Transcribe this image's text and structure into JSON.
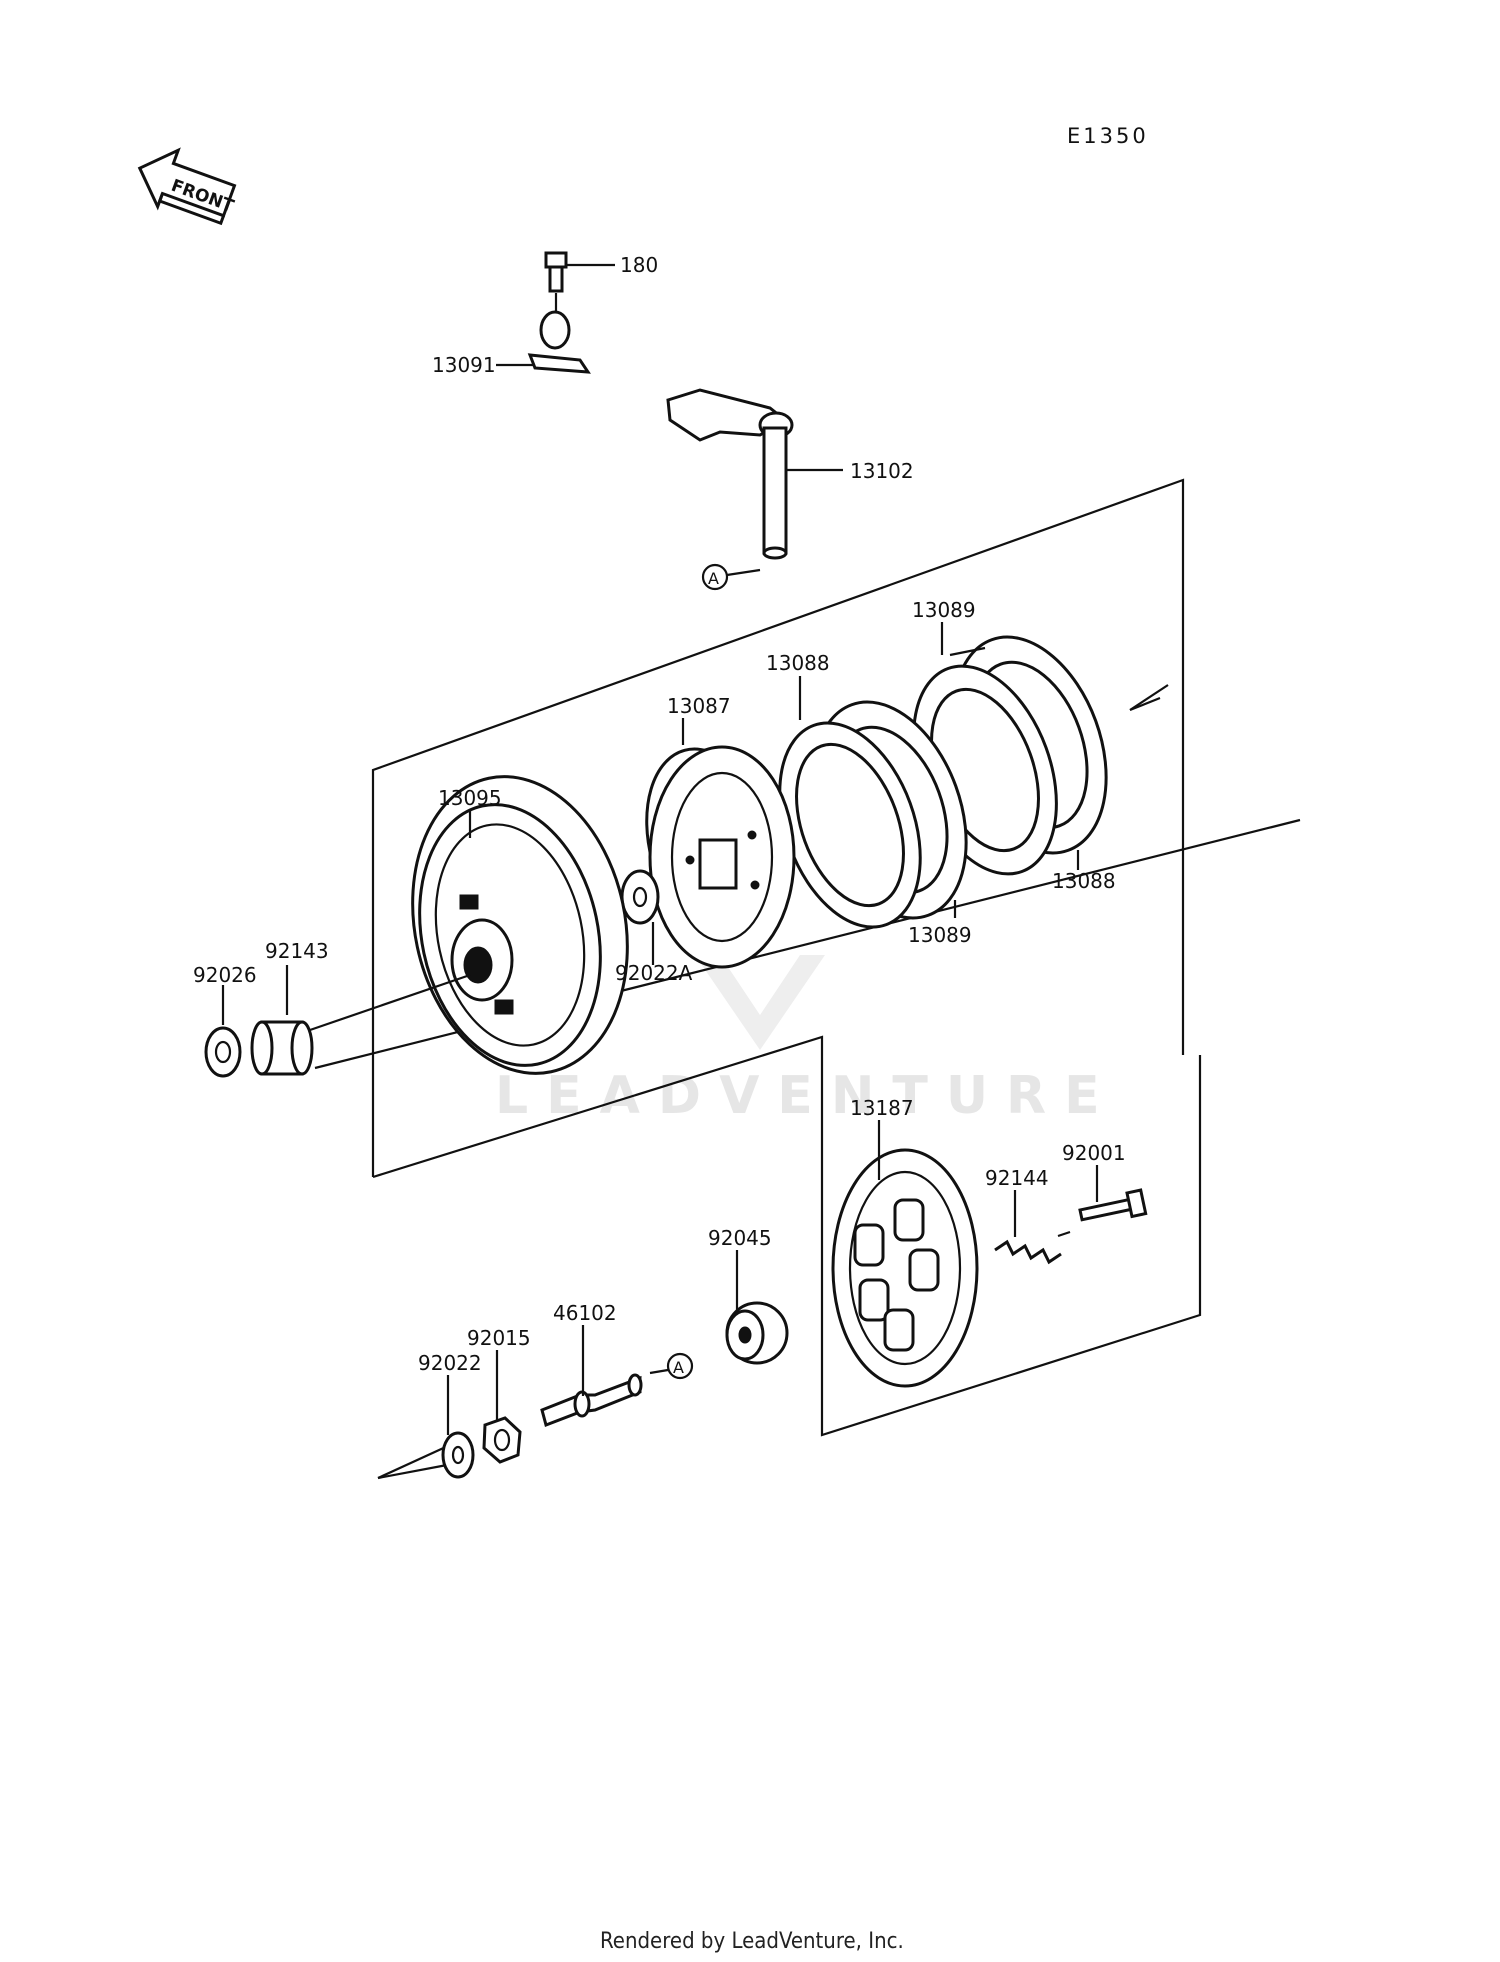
{
  "diagram_code": "E1350",
  "front_label": "FRONT",
  "watermark": "LEADVENTURE",
  "footer": "Rendered by LeadVenture, Inc.",
  "reference_marker": "A",
  "parts": [
    {
      "id": "p180",
      "label": "180"
    },
    {
      "id": "p13091",
      "label": "13091"
    },
    {
      "id": "p13102",
      "label": "13102"
    },
    {
      "id": "p13089a",
      "label": "13089"
    },
    {
      "id": "p13088a",
      "label": "13088"
    },
    {
      "id": "p13087",
      "label": "13087"
    },
    {
      "id": "p13095",
      "label": "13095"
    },
    {
      "id": "p13088b",
      "label": "13088"
    },
    {
      "id": "p13089b",
      "label": "13089"
    },
    {
      "id": "p92143",
      "label": "92143"
    },
    {
      "id": "p92026",
      "label": "92026"
    },
    {
      "id": "p92022A",
      "label": "92022A"
    },
    {
      "id": "p13187",
      "label": "13187"
    },
    {
      "id": "p92001",
      "label": "92001"
    },
    {
      "id": "p92144",
      "label": "92144"
    },
    {
      "id": "p92045",
      "label": "92045"
    },
    {
      "id": "p46102",
      "label": "46102"
    },
    {
      "id": "p92015",
      "label": "92015"
    },
    {
      "id": "p92022",
      "label": "92022"
    }
  ]
}
